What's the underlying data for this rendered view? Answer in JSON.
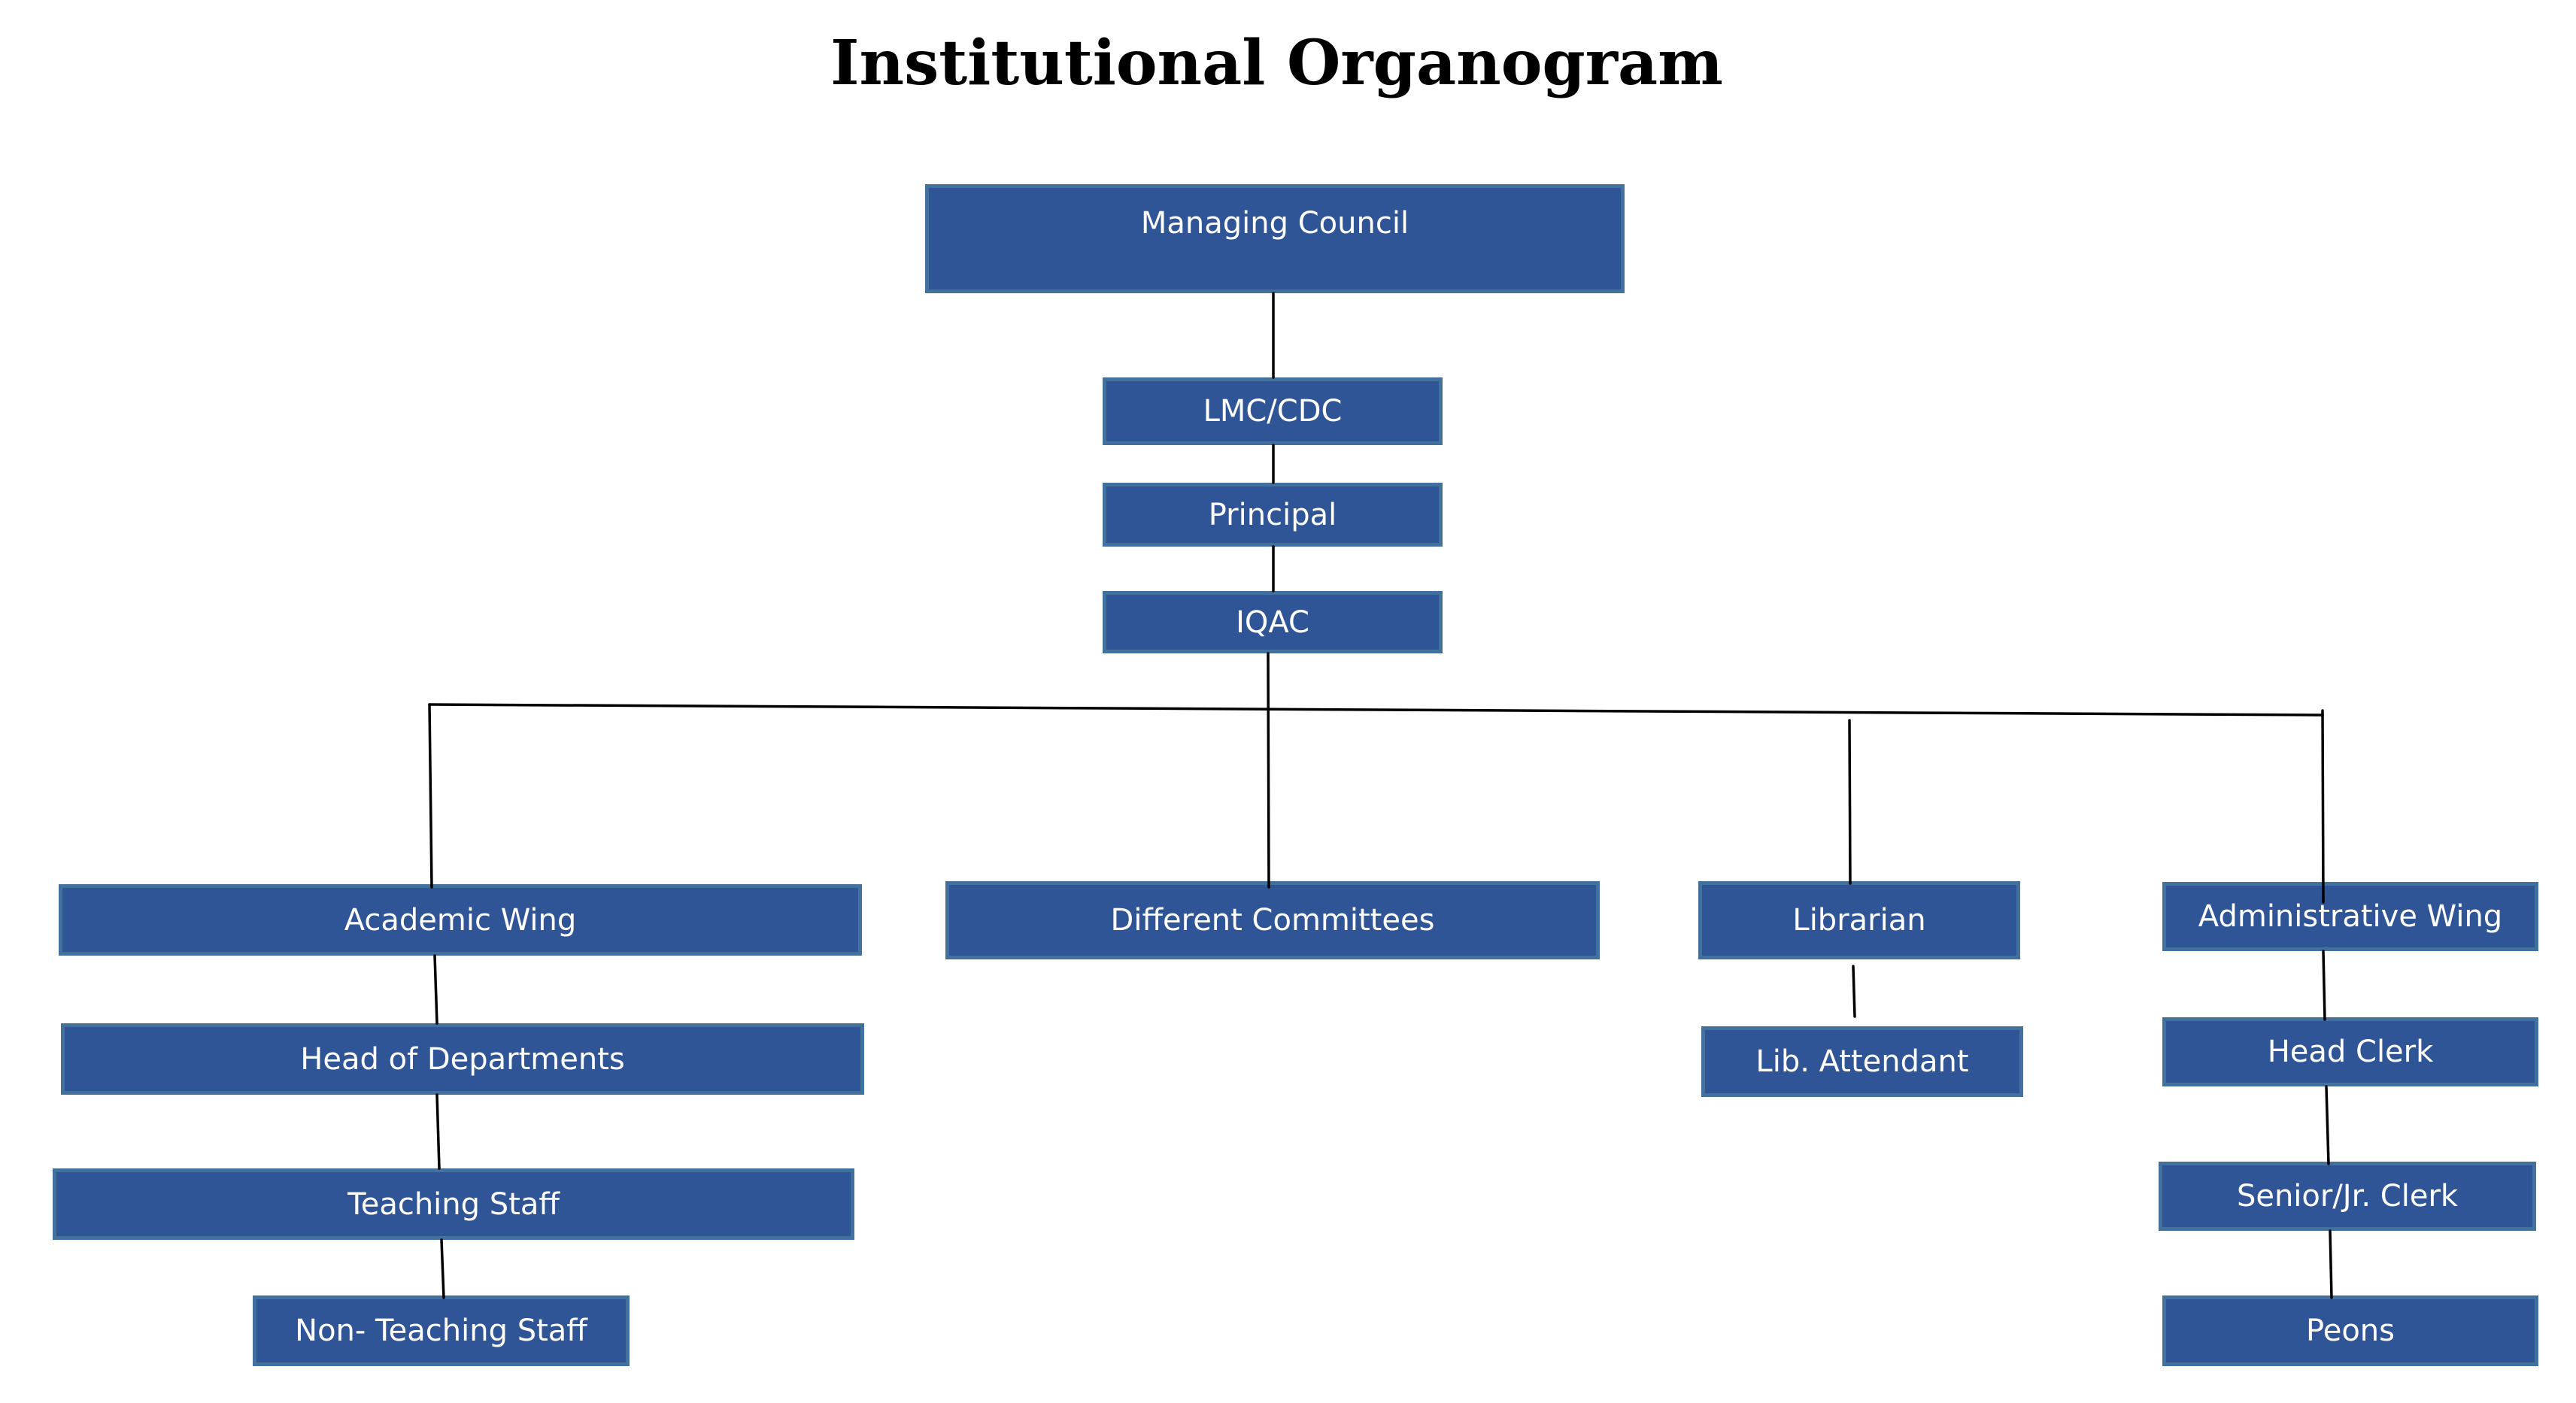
{
  "title": "Institutional Organogram",
  "colors": {
    "node_fill": "#2f5597",
    "node_border": "#41719c",
    "node_text": "#ffffff",
    "connector": "#000000"
  },
  "nodes": {
    "managing_council": "Managing Council",
    "lmc_cdc": "LMC/CDC",
    "principal": "Principal",
    "iqac": "IQAC",
    "academic_wing": "Academic Wing",
    "different_committees": "Different Committees",
    "librarian": "Librarian",
    "administrative_wing": "Administrative Wing",
    "head_of_departments": "Head of Departments",
    "teaching_staff": "Teaching Staff",
    "non_teaching_staff": "Non- Teaching Staff",
    "lib_attendant": "Lib. Attendant",
    "head_clerk": "Head Clerk",
    "senior_jr_clerk": "Senior/Jr. Clerk",
    "peons": "Peons"
  },
  "hierarchy": [
    [
      "Managing Council",
      "LMC/CDC"
    ],
    [
      "LMC/CDC",
      "Principal"
    ],
    [
      "Principal",
      "IQAC"
    ],
    [
      "IQAC",
      "Academic Wing"
    ],
    [
      "IQAC",
      "Different Committees"
    ],
    [
      "IQAC",
      "Librarian"
    ],
    [
      "IQAC",
      "Administrative Wing"
    ],
    [
      "Academic Wing",
      "Head of Departments"
    ],
    [
      "Head of Departments",
      "Teaching Staff"
    ],
    [
      "Teaching Staff",
      "Non- Teaching Staff"
    ],
    [
      "Librarian",
      "Lib. Attendant"
    ],
    [
      "Administrative Wing",
      "Head Clerk"
    ],
    [
      "Head Clerk",
      "Senior/Jr. Clerk"
    ],
    [
      "Senior/Jr. Clerk",
      "Peons"
    ]
  ]
}
